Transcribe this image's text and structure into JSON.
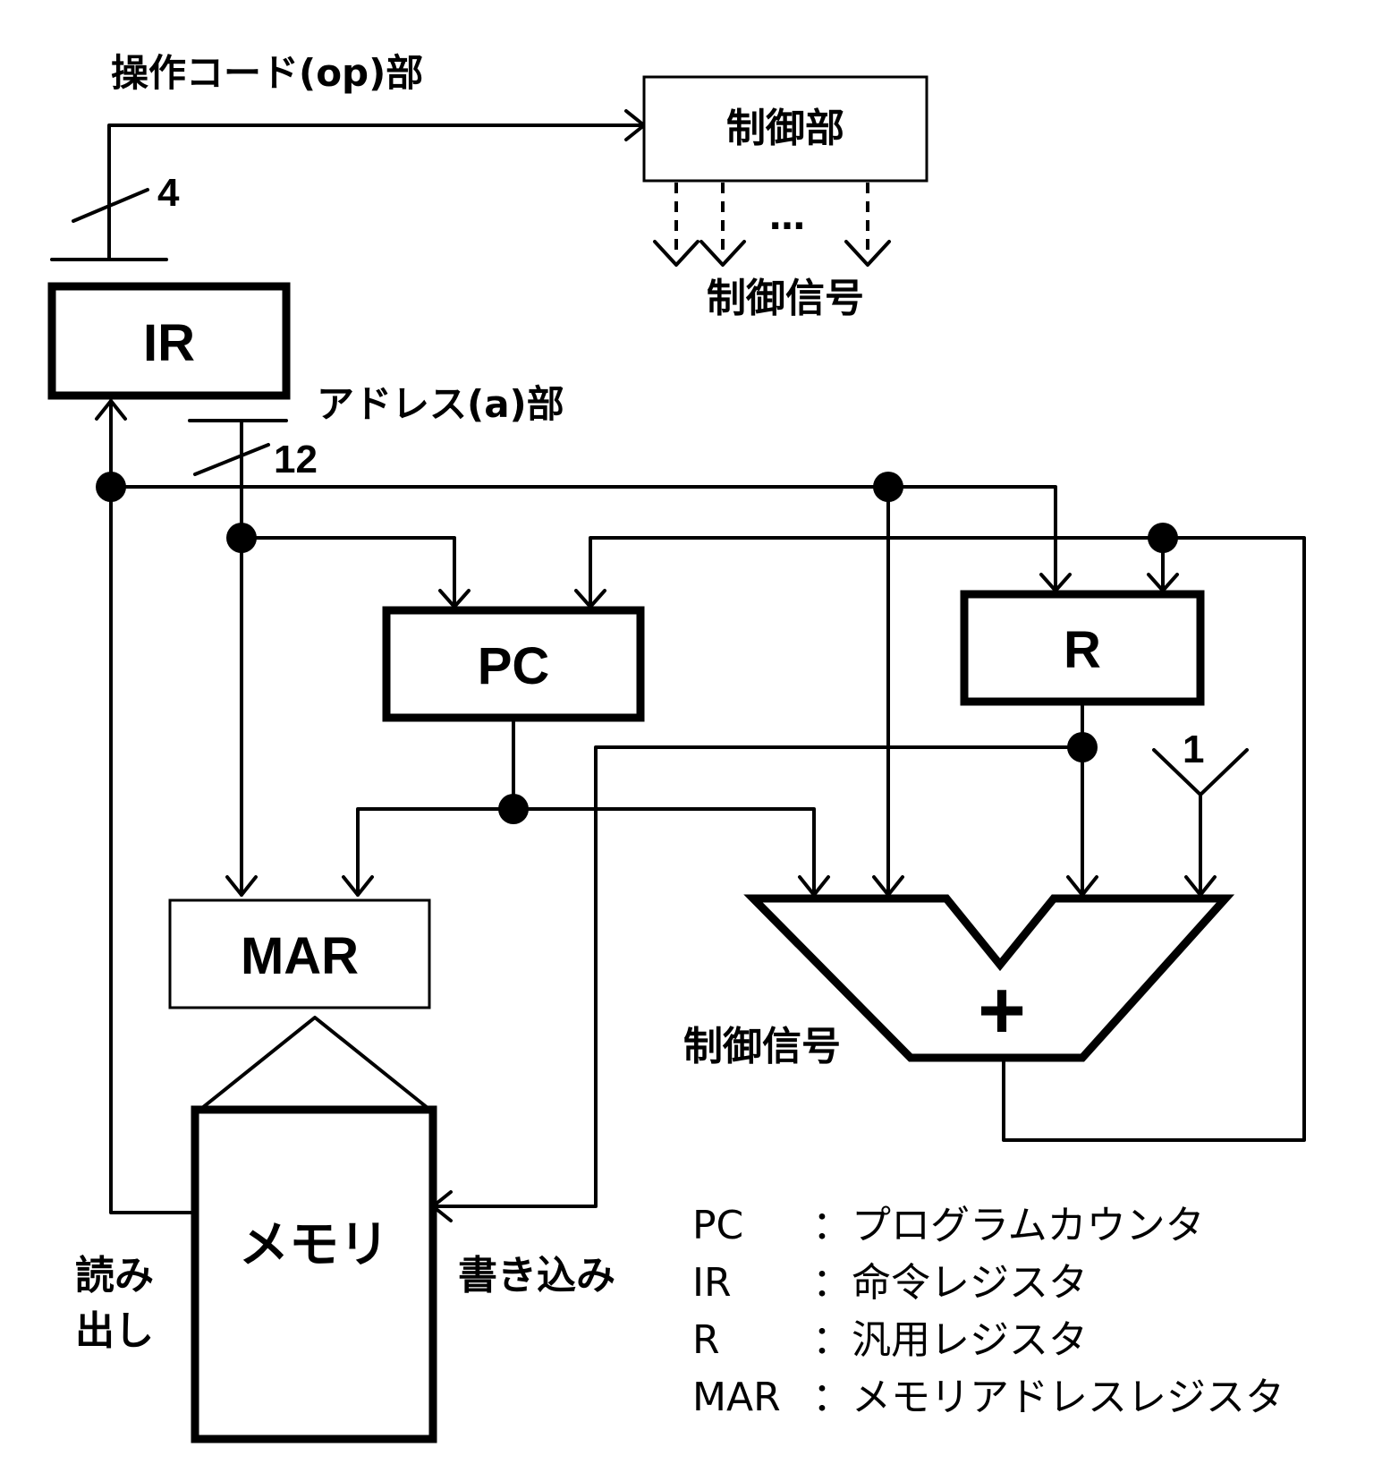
{
  "labels": {
    "op_field": "操作コード(op)部",
    "addr_field": "アドレス(a)部",
    "op_width": "4",
    "addr_width": "12",
    "const_one": "1",
    "ellipsis": "…",
    "ctrl_signal_top": "制御信号",
    "ctrl_signal_adder": "制御信号",
    "read": [
      "読み",
      "出し"
    ],
    "write": "書き込み",
    "plus": "+"
  },
  "blocks": {
    "control": "制御部",
    "ir": "IR",
    "pc": "PC",
    "r": "R",
    "mar": "MAR",
    "memory": "メモリ"
  },
  "legend": [
    {
      "abbr": "PC",
      "desc": "：プログラムカウンタ"
    },
    {
      "abbr": "IR",
      "desc": "：命令レジスタ"
    },
    {
      "abbr": "R",
      "desc": "：汎用レジスタ"
    },
    {
      "abbr": "MAR",
      "desc": "：メモリアドレスレジスタ"
    }
  ]
}
